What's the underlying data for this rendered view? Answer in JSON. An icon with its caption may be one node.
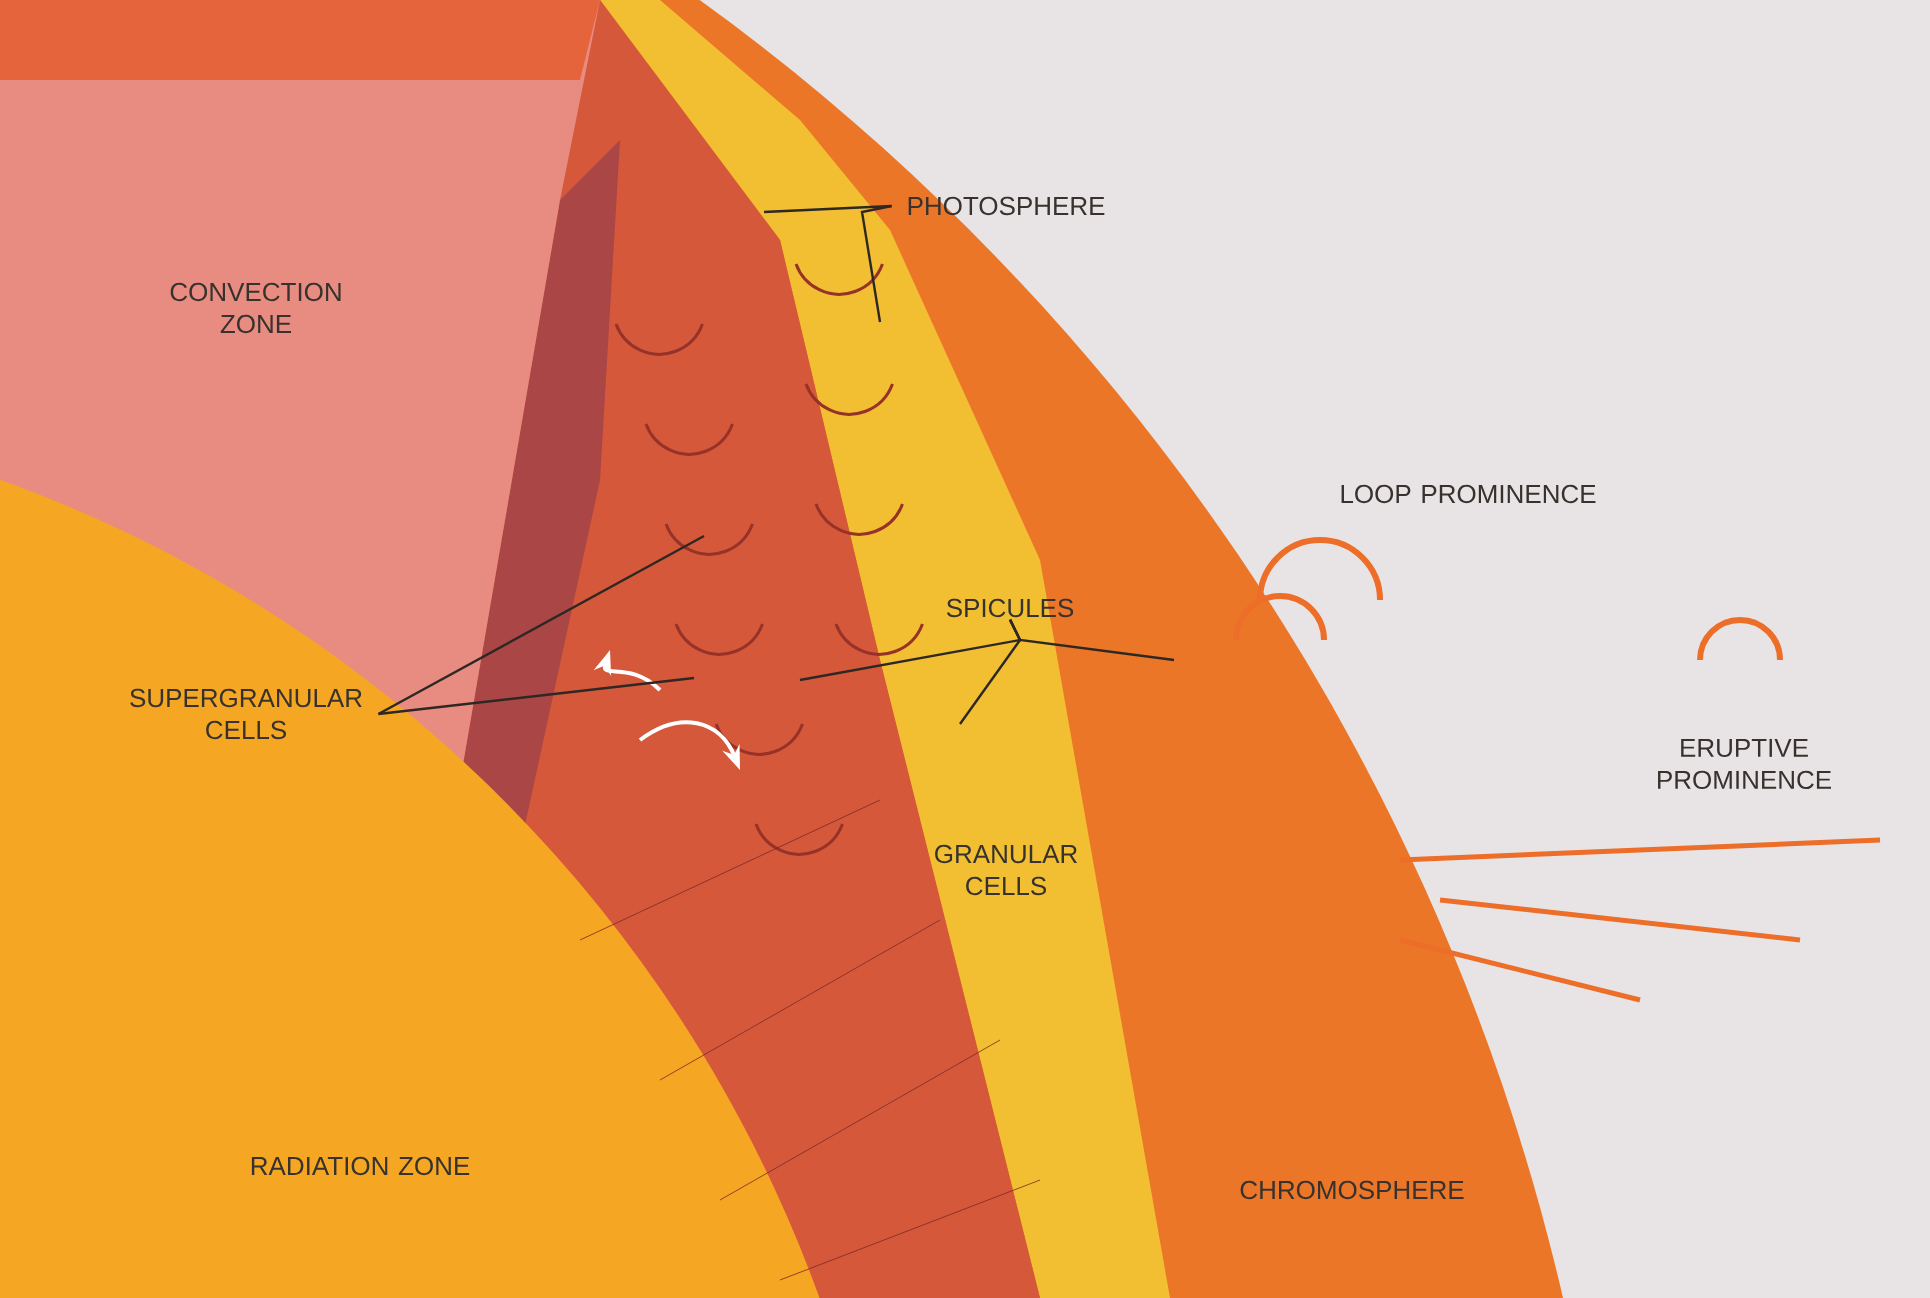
{
  "diagram": {
    "nodes": [
      {
        "text": [
          "PHOTOSPHERE"
        ]
      },
      {
        "text": [
          "SUPERGRANULAR CELLS"
        ]
      },
      {
        "text": [
          "SPICULES"
        ]
      }
    ],
    "edges": [
      {
        "from": 0,
        "to": null,
        "arrow": "none"
      },
      {
        "from": 0,
        "to": null,
        "arrow": "none"
      },
      {
        "from": 1,
        "to": null,
        "arrow": "none"
      },
      {
        "from": 1,
        "to": null,
        "arrow": "none"
      },
      {
        "from": 2,
        "to": null,
        "arrow": "none"
      },
      {
        "from": 2,
        "to": null,
        "arrow": "none"
      },
      {
        "from": 2,
        "to": null,
        "arrow": "none"
      }
    ],
    "labels": [
      "CONVECTION ZONE",
      "LOOP PROMINENCE",
      "ERUPTIVE PROMINENCE",
      "GRANULAR CELLS",
      "RADIATION ZONE",
      "CHROMOSPHERE"
    ]
  }
}
